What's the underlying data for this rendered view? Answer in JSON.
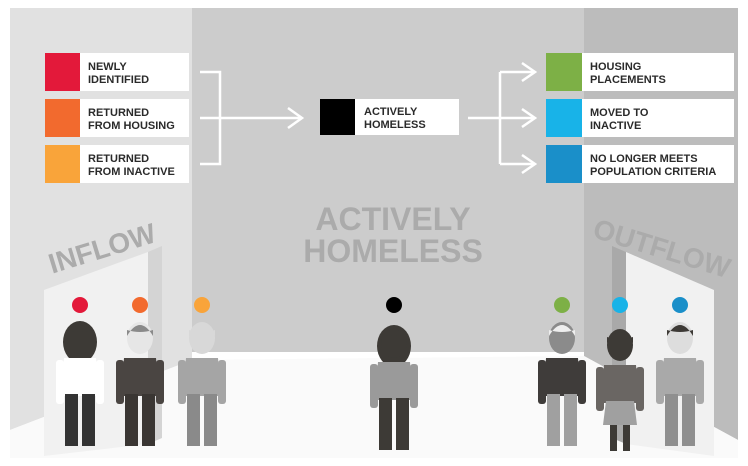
{
  "inflow": {
    "heading": "INFLOW",
    "items": [
      {
        "line1": "NEWLY",
        "line2": "IDENTIFIED",
        "color": "#e3193a"
      },
      {
        "line1": "RETURNED",
        "line2": "FROM HOUSING",
        "color": "#f26a2e"
      },
      {
        "line1": "RETURNED",
        "line2": "FROM INACTIVE",
        "color": "#f9a43a"
      }
    ]
  },
  "center": {
    "line1": "ACTIVELY",
    "line2": "HOMELESS",
    "color": "#000000",
    "watermark_line1": "ACTIVELY",
    "watermark_line2": "HOMELESS"
  },
  "outflow": {
    "heading": "OUTFLOW",
    "items": [
      {
        "line1": "HOUSING",
        "line2": "PLACEMENTS",
        "color": "#7db046"
      },
      {
        "line1": "MOVED TO",
        "line2": "INACTIVE",
        "color": "#18b3e8"
      },
      {
        "line1": "NO LONGER MEETS",
        "line2": "POPULATION CRITERIA",
        "color": "#1a8fc9"
      }
    ]
  },
  "people_colors": [
    "#e3193a",
    "#f26a2e",
    "#f9a43a",
    "#000000",
    "#7db046",
    "#18b3e8",
    "#1a8fc9"
  ]
}
